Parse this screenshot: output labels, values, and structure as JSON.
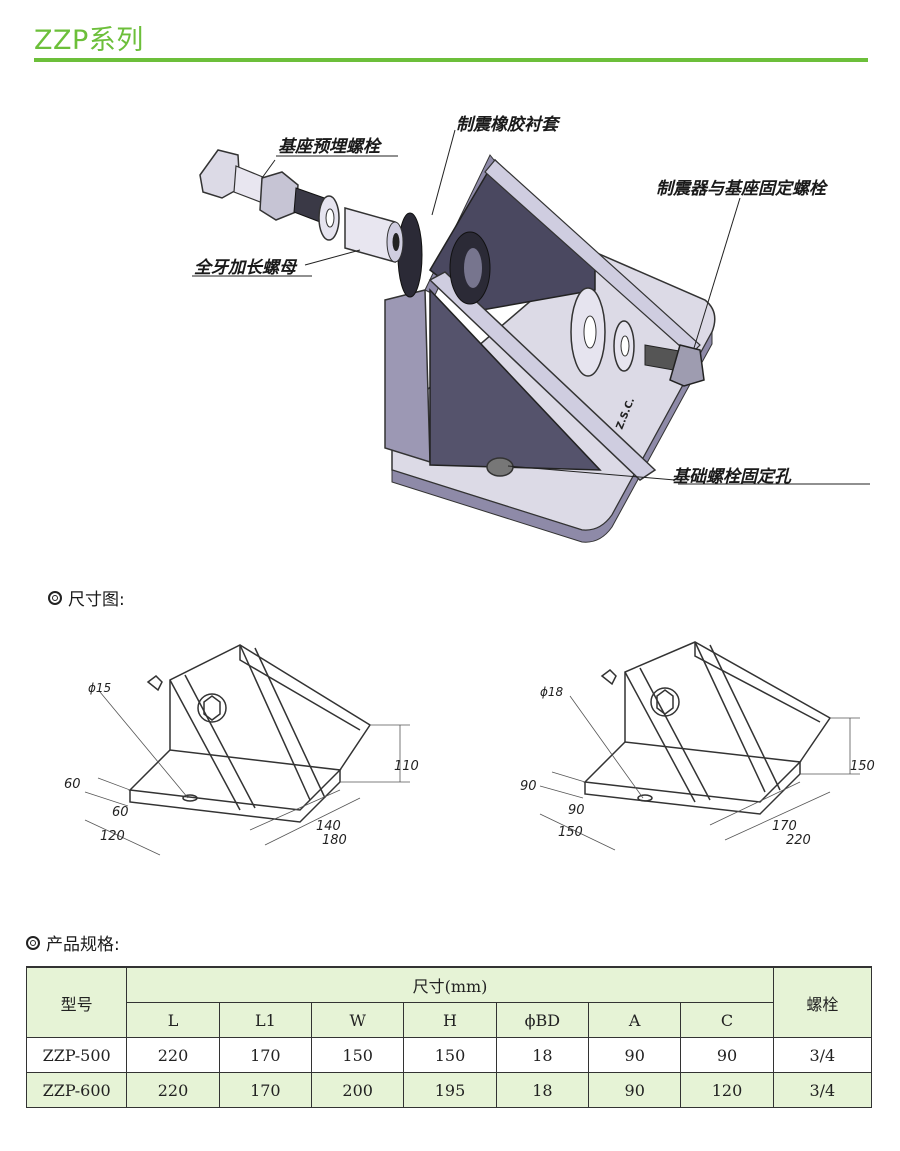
{
  "header": {
    "series_title": "ZZP系列"
  },
  "hero": {
    "labels": {
      "base_bolt": "基座预埋螺栓",
      "rubber_bushing": "制震橡胶衬套",
      "damper_bolt": "制震器与基座固定螺栓",
      "long_nut": "全牙加长螺母",
      "foundation_hole": "基础螺栓固定孔",
      "stamp": "Z.S.C."
    }
  },
  "dimension_section": {
    "heading": "尺寸图:",
    "left": {
      "hole": "ϕ15",
      "height": "110",
      "side_60a": "60",
      "side_60b": "60",
      "w": "120",
      "l1": "140",
      "l": "180"
    },
    "right": {
      "hole": "ϕ18",
      "height": "150",
      "side_90a": "90",
      "side_90b": "90",
      "w": "150",
      "l1": "170",
      "l": "220"
    }
  },
  "spec_section": {
    "heading": "产品规格:",
    "model_header": "型号",
    "dims_header": "尺寸(mm)",
    "bolt_header": "螺栓",
    "columns": [
      "L",
      "L1",
      "W",
      "H",
      "ϕBD",
      "A",
      "C"
    ],
    "rows": [
      {
        "model": "ZZP-500",
        "values": [
          "220",
          "170",
          "150",
          "150",
          "18",
          "90",
          "90"
        ],
        "bolt": "3/4"
      },
      {
        "model": "ZZP-600",
        "values": [
          "220",
          "170",
          "200",
          "195",
          "18",
          "90",
          "120"
        ],
        "bolt": "3/4"
      }
    ]
  },
  "colors": {
    "accent": "#6cbf3a",
    "table_fill": "#e6f3d6",
    "metal": "#8e8aa8",
    "metal_light": "#d8d6e4"
  }
}
